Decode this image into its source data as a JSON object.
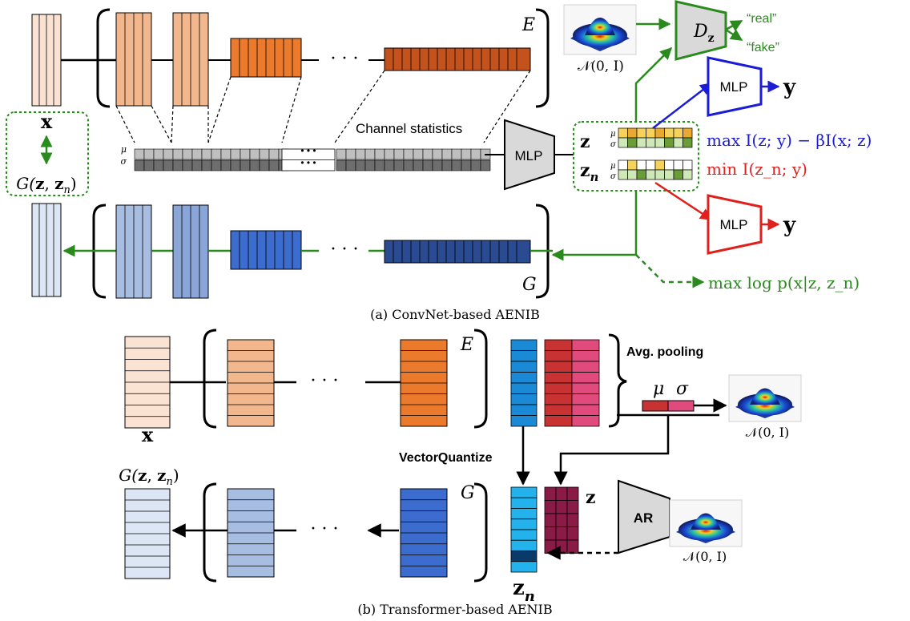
{
  "colors": {
    "green": "#2a8a1e",
    "blue": "#1c1cd6",
    "red": "#e0201c",
    "encoder_light": "#fbe3d4",
    "encoder_mid": "#f2b78c",
    "encoder_orange": "#ec7a2c",
    "encoder_dark": "#c4521c",
    "decoder_light": "#dde6f4",
    "decoder_mid": "#a8bde2",
    "decoder_mid2": "#8aa6d8",
    "decoder_blue": "#3d6ccf",
    "decoder_dark": "#2a4a92",
    "vq_blue": "#1b8ad6",
    "vq_cyan": "#24b2ec",
    "vq_navy": "#0a3a6a",
    "red_block": "#c83232",
    "pink_block": "#e04a7c",
    "maroon_block": "#8a1a46",
    "stat_gray": "#bfbfbf",
    "stat_dark": "#6e6e6e",
    "latent_yellow": "#f6d25a",
    "latent_orange": "#e9a830",
    "latent_light_green": "#cfe8b8",
    "latent_dark_green": "#6a9c38"
  },
  "part_a": {
    "caption": "(a) ConvNet-based AENIB",
    "input_label": "x",
    "recon_label": "G(z, z_n)",
    "encoder_label": "E",
    "decoder_label": "G",
    "dots": "· · ·",
    "channel_stats_label": "Channel statistics",
    "mu": "μ",
    "sigma": "σ",
    "stat_dots": "• • •",
    "mlp_label": "MLP",
    "z_label": "z",
    "zn_label": "z",
    "zn_sub": "n",
    "prior_label": "𝒩(0, I)",
    "disc_label": "D",
    "disc_sub": "z",
    "real_label": "“real”",
    "fake_label": "“fake”",
    "mlp_top_label": "MLP",
    "mlp_bottom_label": "MLP",
    "y_top": "y",
    "y_bottom": "y",
    "objective_blue": "max I(z; y) − βI(x; z)",
    "objective_red": "min I(z_n; y)",
    "objective_green": "max log p(x|z, z_n)"
  },
  "part_b": {
    "caption": "(b) Transformer-based AENIB",
    "input_label": "x",
    "recon_label": "G(z, z_n)",
    "encoder_label": "E",
    "decoder_label": "G",
    "dots": "· · ·",
    "avg_pooling_label": "Avg. pooling",
    "mu": "μ",
    "sigma": "σ",
    "prior_label_top": "𝒩(0, I)",
    "vq_label": "VectorQuantize",
    "z_label": "z",
    "zn_label": "z",
    "zn_sub": "n",
    "ar_label": "AR",
    "prior_label_bottom": "𝒩(0, I)"
  }
}
